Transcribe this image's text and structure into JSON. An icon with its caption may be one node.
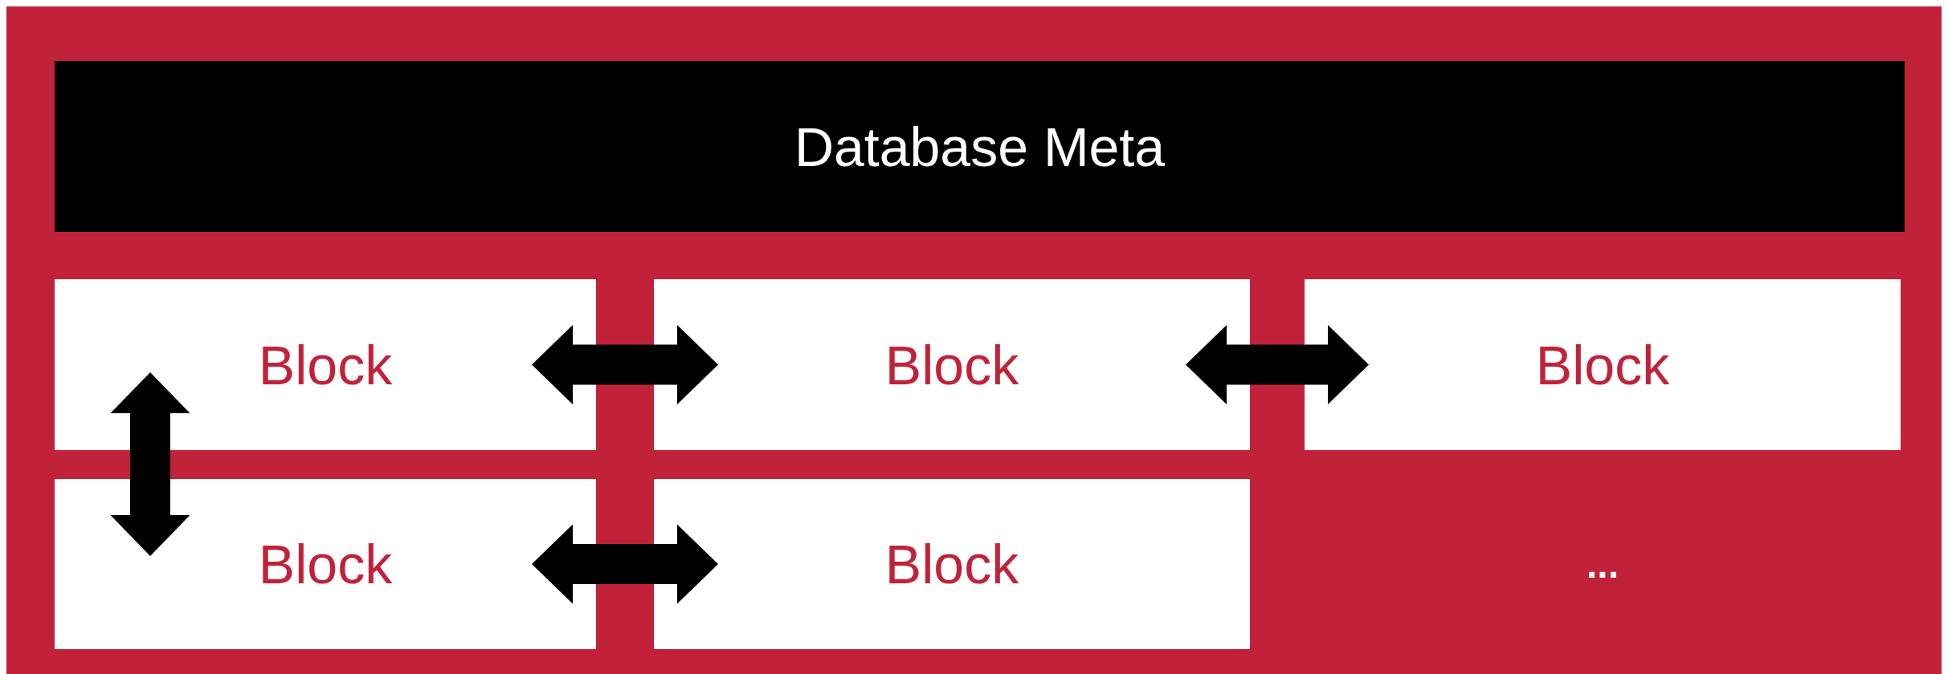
{
  "diagram": {
    "nodes": [
      {
        "text": [
          "Database Meta"
        ]
      },
      {
        "text": [
          "Block"
        ]
      },
      {
        "text": [
          "Block"
        ]
      },
      {
        "text": [
          "Block"
        ]
      },
      {
        "text": [
          "Block"
        ]
      },
      {
        "text": [
          "Block"
        ]
      }
    ],
    "edges": [
      {
        "from": 1,
        "to": 2,
        "arrow": "both"
      },
      {
        "from": 2,
        "to": 3,
        "arrow": "both"
      },
      {
        "from": 1,
        "to": 4,
        "arrow": "both"
      },
      {
        "from": 4,
        "to": 5,
        "arrow": "both"
      }
    ],
    "labels": [
      "..."
    ]
  }
}
